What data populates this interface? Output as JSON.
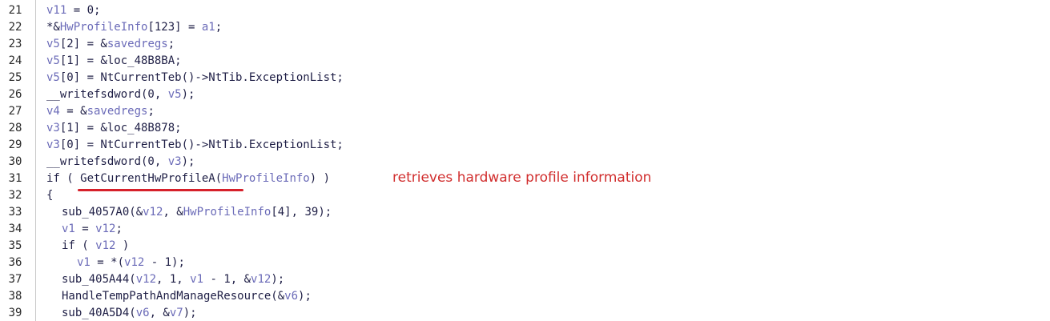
{
  "colors": {
    "code_default": "#1f1f46",
    "variable": "#6b6bb8",
    "gutter_border": "#c8c8c8",
    "annotation_red": "#d12e2e"
  },
  "lines": [
    {
      "no": "21",
      "indent": 0,
      "parts": [
        {
          "t": "v11",
          "c": "var"
        },
        {
          "t": " = 0;",
          "c": "dark"
        }
      ]
    },
    {
      "no": "22",
      "indent": 0,
      "parts": [
        {
          "t": "*&",
          "c": "dark"
        },
        {
          "t": "HwProfileInfo",
          "c": "var"
        },
        {
          "t": "[123] = ",
          "c": "dark"
        },
        {
          "t": "a1",
          "c": "var"
        },
        {
          "t": ";",
          "c": "dark"
        }
      ]
    },
    {
      "no": "23",
      "indent": 0,
      "parts": [
        {
          "t": "v5",
          "c": "var"
        },
        {
          "t": "[2] = &",
          "c": "dark"
        },
        {
          "t": "savedregs",
          "c": "var"
        },
        {
          "t": ";",
          "c": "dark"
        }
      ]
    },
    {
      "no": "24",
      "indent": 0,
      "parts": [
        {
          "t": "v5",
          "c": "var"
        },
        {
          "t": "[1] = &loc_48B8BA;",
          "c": "dark"
        }
      ]
    },
    {
      "no": "25",
      "indent": 0,
      "parts": [
        {
          "t": "v5",
          "c": "var"
        },
        {
          "t": "[0] = NtCurrentTeb()->NtTib.ExceptionList;",
          "c": "dark"
        }
      ]
    },
    {
      "no": "26",
      "indent": 0,
      "parts": [
        {
          "t": "__writefsdword(0, ",
          "c": "dark"
        },
        {
          "t": "v5",
          "c": "var"
        },
        {
          "t": ");",
          "c": "dark"
        }
      ]
    },
    {
      "no": "27",
      "indent": 0,
      "parts": [
        {
          "t": "v4",
          "c": "var"
        },
        {
          "t": " = &",
          "c": "dark"
        },
        {
          "t": "savedregs",
          "c": "var"
        },
        {
          "t": ";",
          "c": "dark"
        }
      ]
    },
    {
      "no": "28",
      "indent": 0,
      "parts": [
        {
          "t": "v3",
          "c": "var"
        },
        {
          "t": "[1] = &loc_48B878;",
          "c": "dark"
        }
      ]
    },
    {
      "no": "29",
      "indent": 0,
      "parts": [
        {
          "t": "v3",
          "c": "var"
        },
        {
          "t": "[0] = NtCurrentTeb()->NtTib.ExceptionList;",
          "c": "dark"
        }
      ]
    },
    {
      "no": "30",
      "indent": 0,
      "parts": [
        {
          "t": "__writefsdword(0, ",
          "c": "dark"
        },
        {
          "t": "v3",
          "c": "var"
        },
        {
          "t": ");",
          "c": "dark"
        }
      ]
    },
    {
      "no": "31",
      "indent": 0,
      "parts": [
        {
          "t": "if ( GetCurrentHwProfileA(",
          "c": "dark"
        },
        {
          "t": "HwProfileInfo",
          "c": "var"
        },
        {
          "t": ") )",
          "c": "dark"
        }
      ]
    },
    {
      "no": "32",
      "indent": 0,
      "parts": [
        {
          "t": "{",
          "c": "dark"
        }
      ]
    },
    {
      "no": "33",
      "indent": 1,
      "parts": [
        {
          "t": "sub_4057A0(&",
          "c": "dark"
        },
        {
          "t": "v12",
          "c": "var"
        },
        {
          "t": ", &",
          "c": "dark"
        },
        {
          "t": "HwProfileInfo",
          "c": "var"
        },
        {
          "t": "[4], 39);",
          "c": "dark"
        }
      ]
    },
    {
      "no": "34",
      "indent": 1,
      "parts": [
        {
          "t": "v1",
          "c": "var"
        },
        {
          "t": " = ",
          "c": "dark"
        },
        {
          "t": "v12",
          "c": "var"
        },
        {
          "t": ";",
          "c": "dark"
        }
      ]
    },
    {
      "no": "35",
      "indent": 1,
      "parts": [
        {
          "t": "if ( ",
          "c": "dark"
        },
        {
          "t": "v12",
          "c": "var"
        },
        {
          "t": " )",
          "c": "dark"
        }
      ]
    },
    {
      "no": "36",
      "indent": 2,
      "parts": [
        {
          "t": "v1",
          "c": "var"
        },
        {
          "t": " = *(",
          "c": "dark"
        },
        {
          "t": "v12",
          "c": "var"
        },
        {
          "t": " - 1);",
          "c": "dark"
        }
      ]
    },
    {
      "no": "37",
      "indent": 1,
      "parts": [
        {
          "t": "sub_405A44(",
          "c": "dark"
        },
        {
          "t": "v12",
          "c": "var"
        },
        {
          "t": ", 1, ",
          "c": "dark"
        },
        {
          "t": "v1",
          "c": "var"
        },
        {
          "t": " - 1, &",
          "c": "dark"
        },
        {
          "t": "v12",
          "c": "var"
        },
        {
          "t": ");",
          "c": "dark"
        }
      ]
    },
    {
      "no": "38",
      "indent": 1,
      "parts": [
        {
          "t": "HandleTempPathAndManageResource(&",
          "c": "dark"
        },
        {
          "t": "v6",
          "c": "var"
        },
        {
          "t": ");",
          "c": "dark"
        }
      ]
    },
    {
      "no": "39",
      "indent": 1,
      "parts": [
        {
          "t": "sub_40A5D4(",
          "c": "dark"
        },
        {
          "t": "v6",
          "c": "var"
        },
        {
          "t": ", &",
          "c": "dark"
        },
        {
          "t": "v7",
          "c": "var"
        },
        {
          "t": ");",
          "c": "dark"
        }
      ]
    }
  ],
  "annotation": {
    "text": "retrieves hardware profile information"
  }
}
